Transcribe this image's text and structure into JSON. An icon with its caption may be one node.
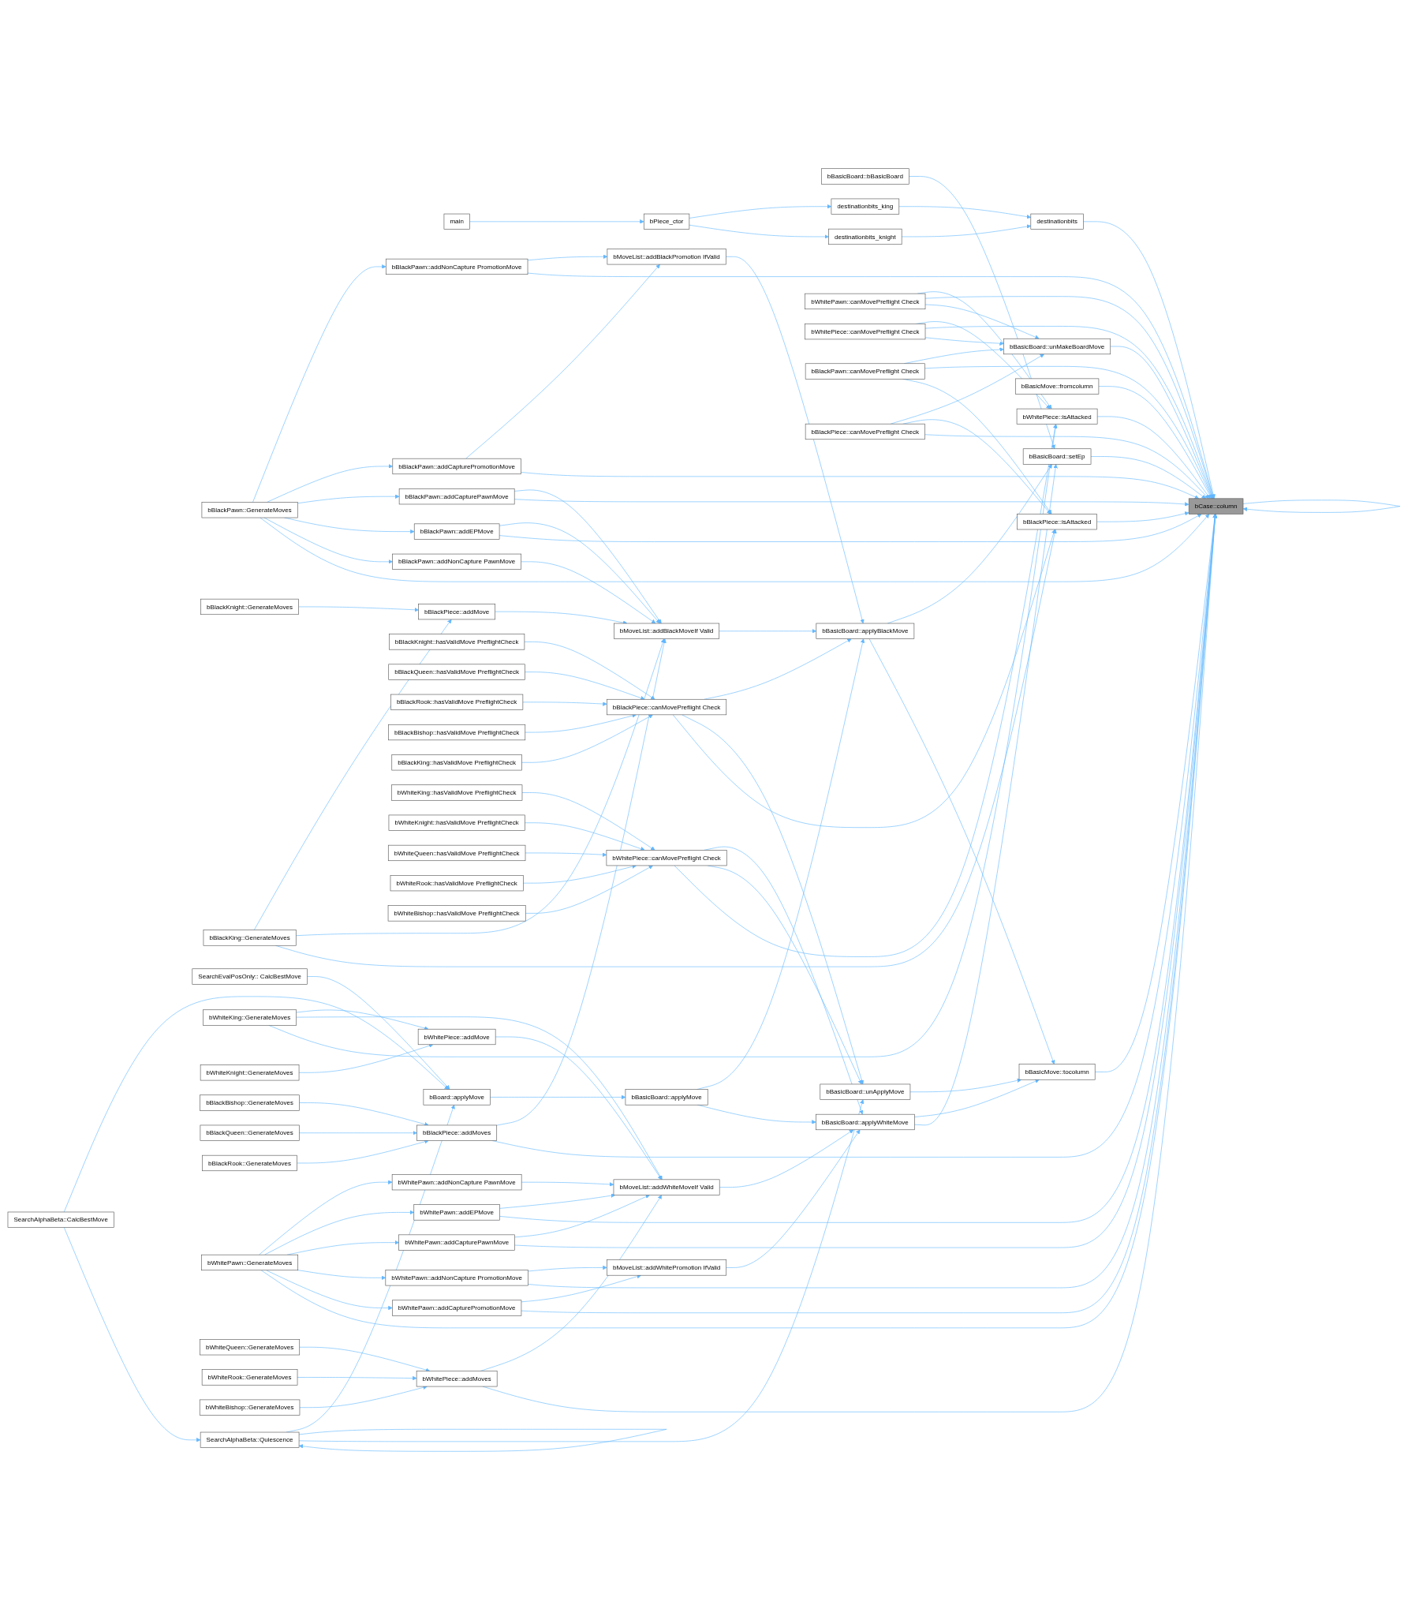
{
  "diagram": {
    "nodes": [
      {
        "text": [
          "SearchAlphaBeta::CalcBestMove"
        ]
      },
      {
        "text": [
          "bBlackPawn::GenerateMoves"
        ]
      },
      {
        "text": [
          "bBlackKnight::GenerateMoves"
        ]
      },
      {
        "text": [
          "bBlackKing::GenerateMoves"
        ]
      },
      {
        "text": [
          "SearchEvalPosOnly:: CalcBestMove"
        ]
      },
      {
        "text": [
          "SearchAlphaBeta::Quiescence"
        ]
      },
      {
        "text": [
          "bWhiteKing::GenerateMoves"
        ]
      },
      {
        "text": [
          "bWhiteKnight::GenerateMoves"
        ]
      },
      {
        "text": [
          "bBlackBishop::GenerateMoves"
        ]
      },
      {
        "text": [
          "bBlackQueen::GenerateMoves"
        ]
      },
      {
        "text": [
          "bBlackRook::GenerateMoves"
        ]
      },
      {
        "text": [
          "bWhitePawn::GenerateMoves"
        ]
      },
      {
        "text": [
          "bWhiteQueen::GenerateMoves"
        ]
      },
      {
        "text": [
          "bWhiteRook::GenerateMoves"
        ]
      },
      {
        "text": [
          "bWhiteBishop::GenerateMoves"
        ]
      },
      {
        "text": [
          "main"
        ]
      },
      {
        "text": [
          "bBlackPawn::addNonCapture PromotionMove"
        ]
      },
      {
        "text": [
          "bBlackPawn::addCapturePromotionMove"
        ]
      },
      {
        "text": [
          "bBlackPawn::addCapturePawnMove"
        ]
      },
      {
        "text": [
          "bBlackPawn::addEPMove"
        ]
      },
      {
        "text": [
          "bBlackPawn::addNonCapture PawnMove"
        ]
      },
      {
        "text": [
          "bBlackPiece::addMove"
        ]
      },
      {
        "text": [
          "bBoard::applyMove"
        ]
      },
      {
        "text": [
          "bBlackKnight::hasValidMove PreflightCheck"
        ]
      },
      {
        "text": [
          "bBlackQueen::hasValidMove PreflightCheck"
        ]
      },
      {
        "text": [
          "bBlackRook::hasValidMove PreflightCheck"
        ]
      },
      {
        "text": [
          "bBlackBishop::hasValidMove PreflightCheck"
        ]
      },
      {
        "text": [
          "bBlackKing::hasValidMove PreflightCheck"
        ]
      },
      {
        "text": [
          "bWhiteKing::hasValidMove PreflightCheck"
        ]
      },
      {
        "text": [
          "bWhiteKnight::hasValidMove PreflightCheck"
        ]
      },
      {
        "text": [
          "bWhiteQueen::hasValidMove PreflightCheck"
        ]
      },
      {
        "text": [
          "bWhiteRook::hasValidMove PreflightCheck"
        ]
      },
      {
        "text": [
          "bWhiteBishop::hasValidMove PreflightCheck"
        ]
      },
      {
        "text": [
          "bWhitePiece::addMove"
        ]
      },
      {
        "text": [
          "bBlackPiece::addMoves"
        ]
      },
      {
        "text": [
          "bWhitePawn::addNonCapture PawnMove"
        ]
      },
      {
        "text": [
          "bWhitePawn::addEPMove"
        ]
      },
      {
        "text": [
          "bWhitePawn::addCapturePawnMove"
        ]
      },
      {
        "text": [
          "bWhitePawn::addNonCapture PromotionMove"
        ]
      },
      {
        "text": [
          "bWhitePawn::addCapturePromotionMove"
        ]
      },
      {
        "text": [
          "bWhitePiece::addMoves"
        ]
      },
      {
        "text": [
          "bMoveList::addBlackPromotion IfValid"
        ]
      },
      {
        "text": [
          "bMoveList::addBlackMoveIf Valid"
        ]
      },
      {
        "text": [
          "bBasicBoard::applyMove"
        ]
      },
      {
        "text": [
          "bBlackPiece::canMovePreflight Check"
        ]
      },
      {
        "text": [
          "bWhitePiece::canMovePreflight Check"
        ]
      },
      {
        "text": [
          "bMoveList::addWhiteMoveIf Valid"
        ]
      },
      {
        "text": [
          "bMoveList::addWhitePromotion IfValid"
        ]
      },
      {
        "text": [
          "bPiece_ctor"
        ]
      },
      {
        "text": [
          "bBasicBoard::bBasicBoard"
        ]
      },
      {
        "text": [
          "bBasicBoard::applyBlackMove"
        ]
      },
      {
        "text": [
          "bBasicBoard::unApplyMove"
        ]
      },
      {
        "text": [
          "bBasicBoard::applyWhiteMove"
        ]
      },
      {
        "text": [
          "bWhitePawn::canMovePreflight Check"
        ]
      },
      {
        "text": [
          "bWhitePiece::canMovePreflight Check"
        ]
      },
      {
        "text": [
          "bBlackPawn::canMovePreflight Check"
        ]
      },
      {
        "text": [
          "bBlackPiece::canMovePreflight Check"
        ]
      },
      {
        "text": [
          "destinationbits_king"
        ]
      },
      {
        "text": [
          "destinationbits_knight"
        ]
      },
      {
        "text": [
          "bBasicBoard::setEp"
        ]
      },
      {
        "text": [
          "bBasicMove::tocolumn"
        ]
      },
      {
        "text": [
          "bWhitePiece::isAttacked"
        ]
      },
      {
        "text": [
          "bBasicBoard::unMakeBoardMove"
        ]
      },
      {
        "text": [
          "bBlackPiece::isAttacked"
        ]
      },
      {
        "text": [
          "destinationbits"
        ]
      },
      {
        "text": [
          "bBasicMove::fromcolumn"
        ]
      },
      {
        "text": [
          "bCase::column"
        ]
      }
    ],
    "edges": [
      {
        "from": 0,
        "to": 22,
        "arrow": "to"
      },
      {
        "from": 0,
        "to": 5,
        "arrow": "to"
      },
      {
        "from": 1,
        "to": 16,
        "arrow": "to"
      },
      {
        "from": 1,
        "to": 17,
        "arrow": "to"
      },
      {
        "from": 1,
        "to": 18,
        "arrow": "to"
      },
      {
        "from": 1,
        "to": 19,
        "arrow": "to"
      },
      {
        "from": 1,
        "to": 20,
        "arrow": "to"
      },
      {
        "from": 1,
        "to": 66,
        "arrow": "to"
      },
      {
        "from": 2,
        "to": 21,
        "arrow": "to"
      },
      {
        "from": 3,
        "to": 21,
        "arrow": "to"
      },
      {
        "from": 3,
        "to": 42,
        "arrow": "to"
      },
      {
        "from": 3,
        "to": 63,
        "arrow": "to"
      },
      {
        "from": 4,
        "to": 22,
        "arrow": "to"
      },
      {
        "from": 5,
        "to": 22,
        "arrow": "to"
      },
      {
        "from": 5,
        "to": 5,
        "arrow": "to"
      },
      {
        "from": 5,
        "to": 51,
        "arrow": "to"
      },
      {
        "from": 6,
        "to": 33,
        "arrow": "to"
      },
      {
        "from": 6,
        "to": 46,
        "arrow": "to"
      },
      {
        "from": 6,
        "to": 61,
        "arrow": "to"
      },
      {
        "from": 7,
        "to": 33,
        "arrow": "to"
      },
      {
        "from": 8,
        "to": 34,
        "arrow": "to"
      },
      {
        "from": 9,
        "to": 34,
        "arrow": "to"
      },
      {
        "from": 10,
        "to": 34,
        "arrow": "to"
      },
      {
        "from": 11,
        "to": 35,
        "arrow": "to"
      },
      {
        "from": 11,
        "to": 36,
        "arrow": "to"
      },
      {
        "from": 11,
        "to": 37,
        "arrow": "to"
      },
      {
        "from": 11,
        "to": 38,
        "arrow": "to"
      },
      {
        "from": 11,
        "to": 39,
        "arrow": "to"
      },
      {
        "from": 11,
        "to": 66,
        "arrow": "to"
      },
      {
        "from": 12,
        "to": 40,
        "arrow": "to"
      },
      {
        "from": 13,
        "to": 40,
        "arrow": "to"
      },
      {
        "from": 14,
        "to": 40,
        "arrow": "to"
      },
      {
        "from": 15,
        "to": 48,
        "arrow": "to"
      },
      {
        "from": 16,
        "to": 41,
        "arrow": "to"
      },
      {
        "from": 16,
        "to": 66,
        "arrow": "to"
      },
      {
        "from": 17,
        "to": 41,
        "arrow": "to"
      },
      {
        "from": 17,
        "to": 66,
        "arrow": "to"
      },
      {
        "from": 18,
        "to": 42,
        "arrow": "to"
      },
      {
        "from": 18,
        "to": 66,
        "arrow": "to"
      },
      {
        "from": 19,
        "to": 42,
        "arrow": "to"
      },
      {
        "from": 19,
        "to": 66,
        "arrow": "to"
      },
      {
        "from": 20,
        "to": 42,
        "arrow": "to"
      },
      {
        "from": 21,
        "to": 42,
        "arrow": "to"
      },
      {
        "from": 22,
        "to": 43,
        "arrow": "to"
      },
      {
        "from": 23,
        "to": 44,
        "arrow": "to"
      },
      {
        "from": 24,
        "to": 44,
        "arrow": "to"
      },
      {
        "from": 25,
        "to": 44,
        "arrow": "to"
      },
      {
        "from": 26,
        "to": 44,
        "arrow": "to"
      },
      {
        "from": 27,
        "to": 44,
        "arrow": "to"
      },
      {
        "from": 28,
        "to": 45,
        "arrow": "to"
      },
      {
        "from": 29,
        "to": 45,
        "arrow": "to"
      },
      {
        "from": 30,
        "to": 45,
        "arrow": "to"
      },
      {
        "from": 31,
        "to": 45,
        "arrow": "to"
      },
      {
        "from": 32,
        "to": 45,
        "arrow": "to"
      },
      {
        "from": 33,
        "to": 46,
        "arrow": "to"
      },
      {
        "from": 34,
        "to": 42,
        "arrow": "to"
      },
      {
        "from": 34,
        "to": 66,
        "arrow": "to"
      },
      {
        "from": 35,
        "to": 46,
        "arrow": "to"
      },
      {
        "from": 36,
        "to": 46,
        "arrow": "to"
      },
      {
        "from": 36,
        "to": 66,
        "arrow": "to"
      },
      {
        "from": 37,
        "to": 46,
        "arrow": "to"
      },
      {
        "from": 37,
        "to": 66,
        "arrow": "to"
      },
      {
        "from": 38,
        "to": 47,
        "arrow": "to"
      },
      {
        "from": 38,
        "to": 66,
        "arrow": "to"
      },
      {
        "from": 39,
        "to": 47,
        "arrow": "to"
      },
      {
        "from": 39,
        "to": 66,
        "arrow": "to"
      },
      {
        "from": 40,
        "to": 46,
        "arrow": "to"
      },
      {
        "from": 40,
        "to": 66,
        "arrow": "to"
      },
      {
        "from": 41,
        "to": 50,
        "arrow": "to"
      },
      {
        "from": 42,
        "to": 50,
        "arrow": "to"
      },
      {
        "from": 43,
        "to": 50,
        "arrow": "to"
      },
      {
        "from": 43,
        "to": 52,
        "arrow": "to"
      },
      {
        "from": 44,
        "to": 50,
        "arrow": "to"
      },
      {
        "from": 44,
        "to": 51,
        "arrow": "to"
      },
      {
        "from": 44,
        "to": 63,
        "arrow": "to"
      },
      {
        "from": 45,
        "to": 52,
        "arrow": "to"
      },
      {
        "from": 45,
        "to": 51,
        "arrow": "to"
      },
      {
        "from": 45,
        "to": 61,
        "arrow": "to"
      },
      {
        "from": 46,
        "to": 52,
        "arrow": "to"
      },
      {
        "from": 47,
        "to": 52,
        "arrow": "to"
      },
      {
        "from": 48,
        "to": 57,
        "arrow": "to"
      },
      {
        "from": 48,
        "to": 58,
        "arrow": "to"
      },
      {
        "from": 49,
        "to": 59,
        "arrow": "to"
      },
      {
        "from": 50,
        "to": 59,
        "arrow": "to"
      },
      {
        "from": 50,
        "to": 60,
        "arrow": "to"
      },
      {
        "from": 51,
        "to": 60,
        "arrow": "to"
      },
      {
        "from": 52,
        "to": 60,
        "arrow": "to"
      },
      {
        "from": 52,
        "to": 59,
        "arrow": "to"
      },
      {
        "from": 53,
        "to": 61,
        "arrow": "to"
      },
      {
        "from": 53,
        "to": 66,
        "arrow": "to"
      },
      {
        "from": 53,
        "to": 62,
        "arrow": "to"
      },
      {
        "from": 54,
        "to": 61,
        "arrow": "to"
      },
      {
        "from": 54,
        "to": 66,
        "arrow": "to"
      },
      {
        "from": 54,
        "to": 62,
        "arrow": "to"
      },
      {
        "from": 55,
        "to": 62,
        "arrow": "to"
      },
      {
        "from": 55,
        "to": 66,
        "arrow": "to"
      },
      {
        "from": 55,
        "to": 63,
        "arrow": "to"
      },
      {
        "from": 56,
        "to": 62,
        "arrow": "to"
      },
      {
        "from": 56,
        "to": 63,
        "arrow": "to"
      },
      {
        "from": 56,
        "to": 66,
        "arrow": "to"
      },
      {
        "from": 57,
        "to": 64,
        "arrow": "to"
      },
      {
        "from": 58,
        "to": 64,
        "arrow": "to"
      },
      {
        "from": 59,
        "to": 66,
        "arrow": "to"
      },
      {
        "from": 60,
        "to": 66,
        "arrow": "to"
      },
      {
        "from": 61,
        "to": 66,
        "arrow": "to"
      },
      {
        "from": 62,
        "to": 66,
        "arrow": "to"
      },
      {
        "from": 63,
        "to": 66,
        "arrow": "to"
      },
      {
        "from": 64,
        "to": 66,
        "arrow": "to"
      },
      {
        "from": 65,
        "to": 66,
        "arrow": "to"
      },
      {
        "from": 66,
        "to": 66,
        "arrow": "to"
      }
    ]
  }
}
